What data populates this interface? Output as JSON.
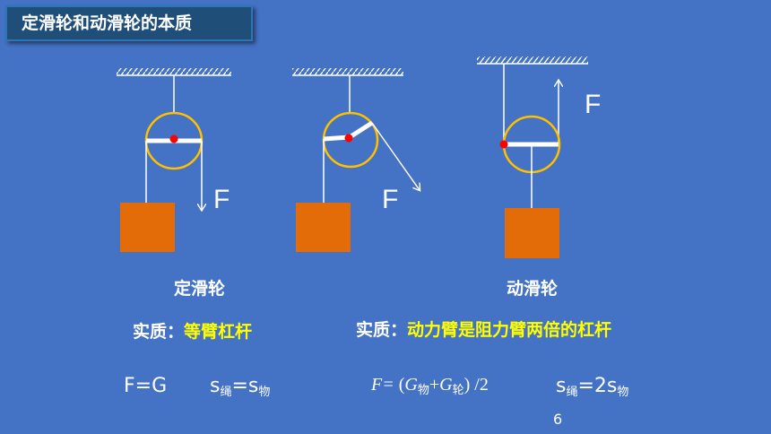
{
  "title": "定滑轮和动滑轮的本质",
  "diagrams": {
    "fixed_pulley_force_label": "F",
    "fixed_pulley_slanted_force_label": "F",
    "movable_pulley_force_label": "F"
  },
  "captions": {
    "fixed": "定滑轮",
    "movable": "动滑轮"
  },
  "essence": {
    "fixed_prefix": "实质：",
    "fixed_value": "等臂杠杆",
    "movable_prefix": "实质：",
    "movable_value": "动力臂是阻力臂两倍的杠杆"
  },
  "formulas": {
    "fixed_force": "F=G",
    "fixed_s_left": "s",
    "fixed_s_left_sub": "绳",
    "fixed_s_eq": "=s",
    "fixed_s_right_sub": "物",
    "movable_force_prefix": "F=",
    "movable_force_open": " (",
    "movable_force_g1": "G",
    "movable_force_g1_sub": "物",
    "movable_force_plus": "+",
    "movable_force_g2": "G",
    "movable_force_g2_sub": "轮",
    "movable_force_close": ") /2",
    "movable_s_left": "s",
    "movable_s_left_sub": "绳",
    "movable_s_eq": "=2s",
    "movable_s_right_sub": "物"
  },
  "page_number": "6",
  "colors": {
    "background": "#4472c4",
    "title_box": "#1f4e79",
    "pulley": "#ffc000",
    "block": "#e36c09",
    "pivot": "#ff0000",
    "highlight_text": "#ffff00"
  }
}
